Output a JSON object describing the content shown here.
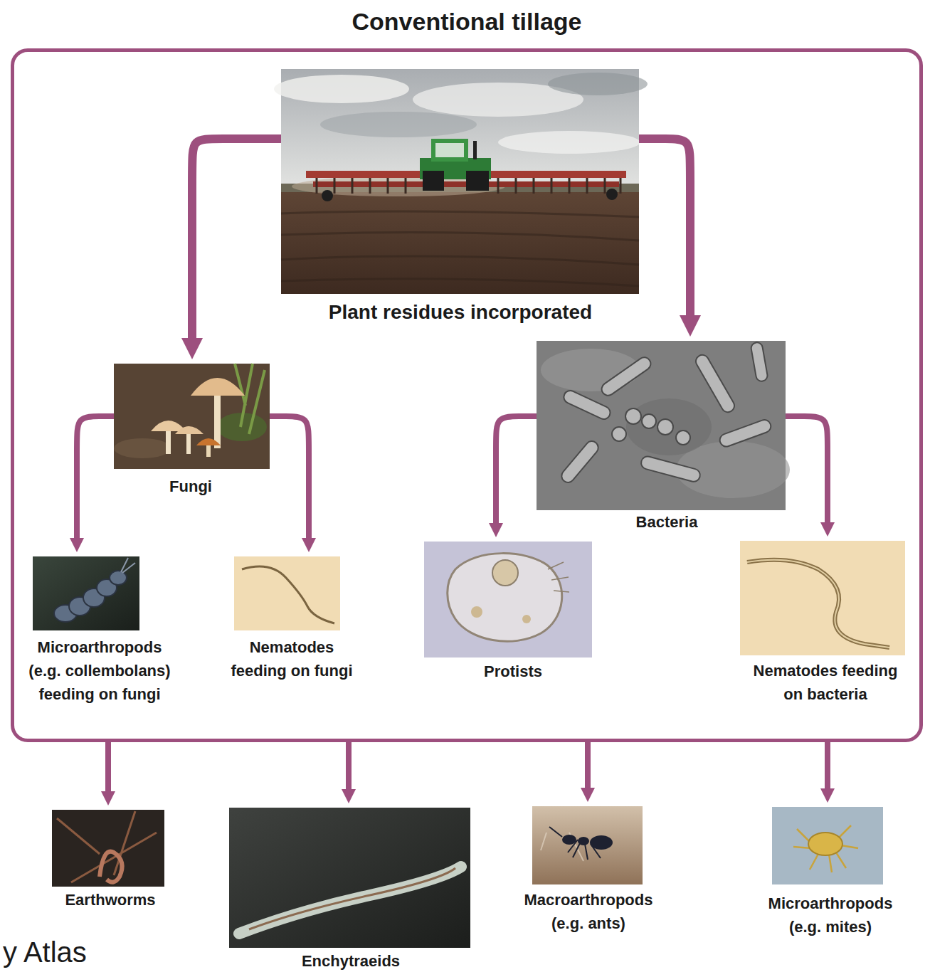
{
  "diagram": {
    "nodes": [
      {
        "text": [
          "Conventional tillage"
        ]
      },
      {
        "text": [
          "Plant residues incorporated"
        ],
        "in": 0
      },
      {
        "text": [
          "Fungi"
        ],
        "in": 0
      },
      {
        "text": [
          "Bacteria"
        ],
        "in": 0
      },
      {
        "text": [
          "Microarthropods (e.g. collembolans) feeding on fungi"
        ],
        "in": 0
      },
      {
        "text": [
          "Nematodes feeding on fungi"
        ],
        "in": 0
      },
      {
        "text": [
          "Protists"
        ],
        "in": 0
      },
      {
        "text": [
          "Nematodes feeding on bacteria"
        ],
        "in": 0
      },
      {
        "text": [
          "Earthworms"
        ]
      },
      {
        "text": [
          "Enchytraeids"
        ]
      },
      {
        "text": [
          "Macroarthropods (e.g. ants)"
        ]
      },
      {
        "text": [
          "Microarthropods (e.g. mites)"
        ]
      }
    ],
    "edges": [
      {
        "from": 1,
        "to": 2,
        "arrow": "to"
      },
      {
        "from": 1,
        "to": 3,
        "arrow": "to"
      },
      {
        "from": 2,
        "to": 4,
        "arrow": "to"
      },
      {
        "from": 2,
        "to": 5,
        "arrow": "to"
      },
      {
        "from": 3,
        "to": 6,
        "arrow": "to"
      },
      {
        "from": 3,
        "to": 7,
        "arrow": "to"
      },
      {
        "from": 0,
        "to": 8,
        "arrow": "to"
      },
      {
        "from": 0,
        "to": 9,
        "arrow": "to"
      },
      {
        "from": 0,
        "to": 10,
        "arrow": "to"
      },
      {
        "from": 0,
        "to": 11,
        "arrow": "to"
      }
    ],
    "labels": [
      "y Atlas"
    ]
  }
}
